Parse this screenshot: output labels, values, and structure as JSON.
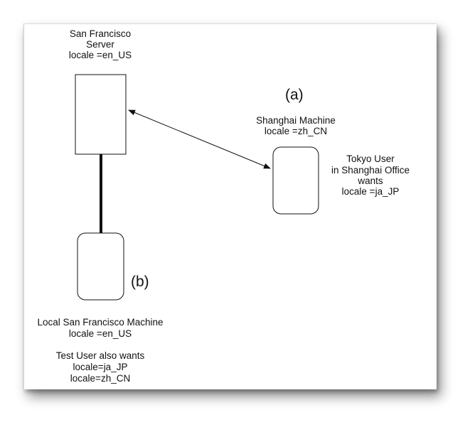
{
  "server": {
    "label_lines": [
      "San Francisco",
      "Server",
      "locale =en_US"
    ]
  },
  "shanghai_machine": {
    "tag": "(a)",
    "label_lines": [
      "Shanghai Machine",
      "locale =zh_CN"
    ],
    "user_lines": [
      "Tokyo User",
      "in Shanghai Office",
      "wants",
      "locale =ja_JP"
    ]
  },
  "local_machine": {
    "tag": "(b)",
    "label_lines": [
      "Local San Francisco Machine",
      "locale =en_US"
    ],
    "user_lines": [
      "Test User also wants",
      "locale=ja_JP",
      "locale=zh_CN"
    ]
  }
}
